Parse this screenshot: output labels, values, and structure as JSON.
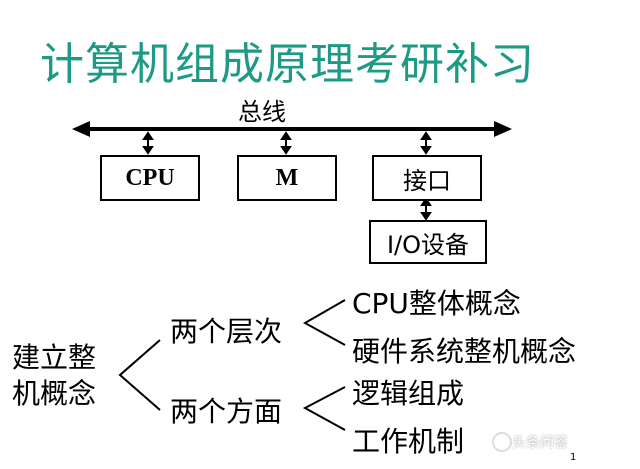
{
  "title": "计算机组成原理考研补习",
  "bus_label": "总线",
  "boxes": {
    "cpu": "CPU",
    "memory": "M",
    "interface": "接口",
    "io_device": "I/O设备"
  },
  "concept": {
    "root": [
      "建立整",
      "机概念"
    ],
    "branch_levels": "两个层次",
    "branch_aspects": "两个方面",
    "levels_items": [
      "CPU整体概念",
      "硬件系统整机概念"
    ],
    "aspects_items": [
      "逻辑组成",
      "工作机制"
    ]
  },
  "watermark": "头条问答",
  "page_number": "1"
}
